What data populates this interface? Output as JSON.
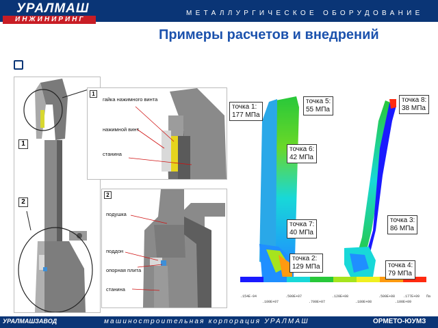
{
  "header": {
    "logo_top": "УРАЛМАШ",
    "logo_bottom": "ИНЖИНИРИНГ",
    "tagline": "МЕТАЛЛУРГИЧЕСКОЕ ОБОРУДОВАНИЕ"
  },
  "page_title": "Примеры расчетов и внедрений",
  "main_panel": {
    "markers": [
      "1",
      "2"
    ]
  },
  "detail1": {
    "number": "1",
    "labels": [
      "гайка нажимного винта",
      "нажимной винт",
      "станина"
    ]
  },
  "detail2": {
    "number": "2",
    "labels": [
      "подушка",
      "поддон",
      "опорная плита",
      "станина"
    ]
  },
  "fea": {
    "points": [
      {
        "label": "точка 1:",
        "value": "177 МПа"
      },
      {
        "label": "точка 5:",
        "value": "55 МПа"
      },
      {
        "label": "точка 8:",
        "value": "38 МПа"
      },
      {
        "label": "точка 6:",
        "value": "42 МПа"
      },
      {
        "label": "точка 7:",
        "value": "40 МПа"
      },
      {
        "label": "точка 3:",
        "value": "86 МПа"
      },
      {
        "label": "точка 2:",
        "value": "129 МПа"
      },
      {
        "label": "точка 4:",
        "value": "79 МПа"
      }
    ],
    "colorbar_top": [
      ".154E-04",
      ".500E+07",
      ".120E+08",
      ".500E+08",
      ".177E+09",
      "Па"
    ],
    "colorbar_bottom": [
      ".100E+07",
      ".700E+07",
      ".180E+08",
      ".100E+09"
    ],
    "colors": [
      "#1a1aff",
      "#1f8fff",
      "#18d8d8",
      "#28c83a",
      "#a6e41e",
      "#f0f020",
      "#ff9a10",
      "#ff2a10"
    ]
  },
  "footer": {
    "left_logo": "УРАЛМАШЗАВОД",
    "tagline": "машиностроительная корпорация УРАЛМАШ",
    "right_logo": "ОРМЕТО-ЮУМЗ"
  }
}
